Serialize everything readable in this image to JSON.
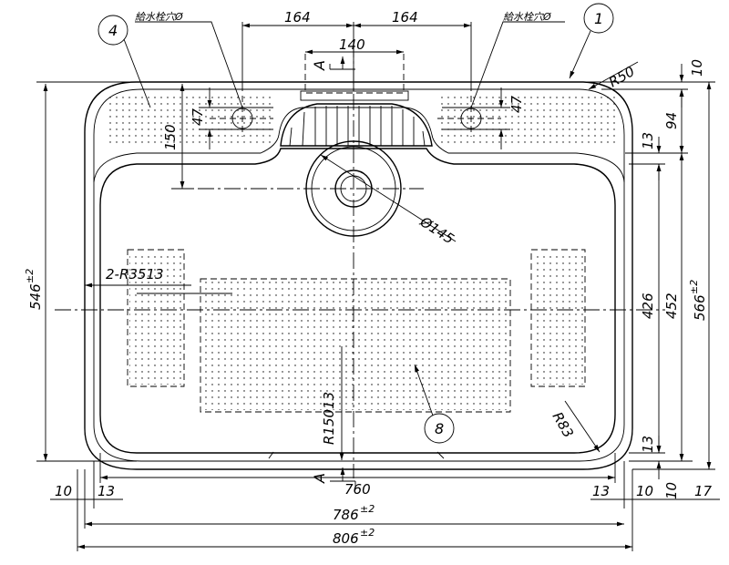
{
  "dimensions": {
    "d164_left": "164",
    "d164_right": "164",
    "d140": "140",
    "d10_top": "10",
    "d94": "94",
    "d13_upper": "13",
    "d47_left": "47",
    "d47_right": "47",
    "d150": "150",
    "r50": "R50",
    "phi145": "Ø145",
    "r3513": "2-R3513",
    "r15013": "R15013",
    "r83": "R83",
    "d426": "426",
    "d452": "452",
    "d566": "566",
    "d566_tol": "±2",
    "d546": "546",
    "d546_tol": "±2",
    "d13_lower": "13",
    "d10_bl": "10",
    "d13_bl": "13",
    "d13_br": "13",
    "d10_br": "10",
    "d10_br2": "10",
    "d17": "17",
    "d760": "760",
    "d786": "786",
    "d786_tol": "±2",
    "d806": "806",
    "d806_tol": "±2"
  },
  "callouts": {
    "c1": "1",
    "c4": "4",
    "c8": "8",
    "faucet_hole_left": "給水栓穴Ø",
    "faucet_hole_right": "給水栓穴Ø"
  },
  "section_mark": "A"
}
